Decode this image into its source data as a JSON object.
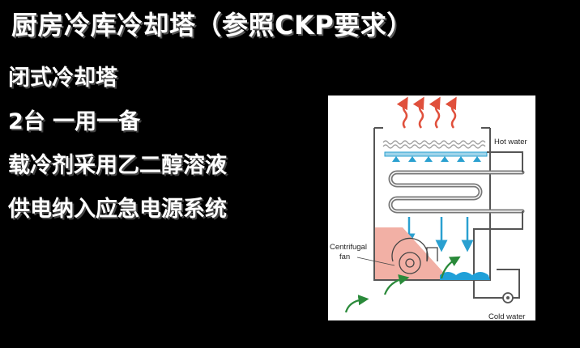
{
  "slide": {
    "title": "厨房冷库冷却塔（参照CKP要求）",
    "bullets": [
      {
        "text": "闭式冷却塔"
      },
      {
        "text": "2台 一用一备"
      },
      {
        "text": "载冷剂采用乙二醇溶液"
      },
      {
        "text": "供电纳入应急电源系统"
      }
    ]
  },
  "diagram": {
    "labels": {
      "hot_water": "Hot water",
      "centrifugal_fan": [
        "Centrifugal",
        "fan"
      ],
      "cold_water": "Cold water"
    },
    "colors": {
      "air_arrows": "#e0503c",
      "water_arrows": "#2aa0d0",
      "fan_zone": "#f2b0a5",
      "basin_water": "#1fa0d8",
      "coil": "#777777",
      "airflow": "#2a8a3a"
    }
  }
}
